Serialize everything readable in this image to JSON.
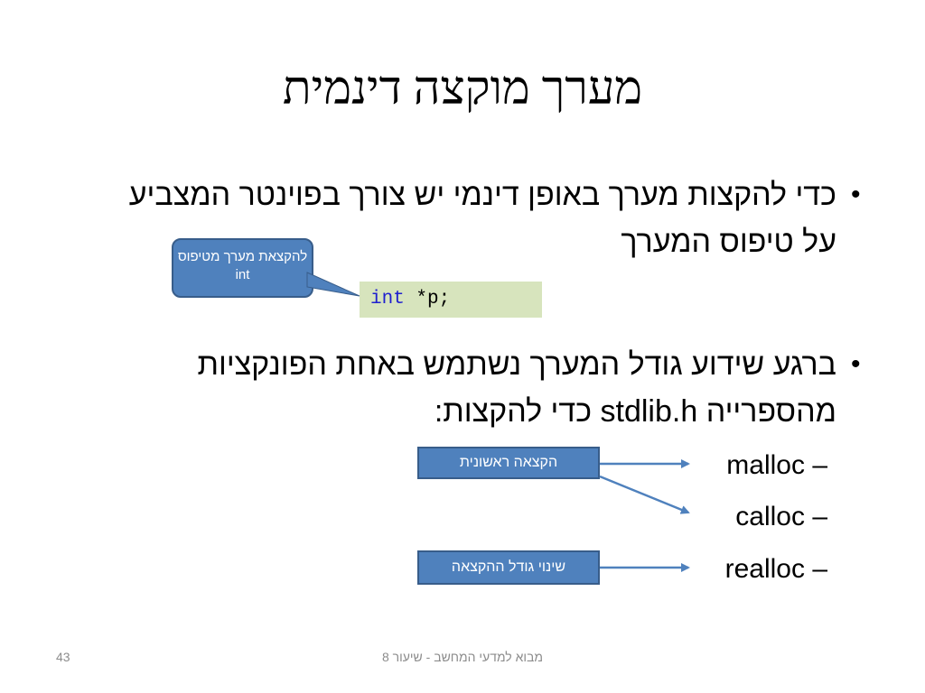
{
  "title": "מערך מוקצה דינמית",
  "bullets": [
    {
      "text": "כדי להקצות מערך באופן דינמי יש צורך בפוינטר המצביע על טיפוס המערך"
    },
    {
      "text": "ברגע שידוע גודל המערך נשתמש באחת הפונקציות מהספרייה stdlib.h כדי להקצות:"
    }
  ],
  "bullet_symbol": "•",
  "code": {
    "keyword": "int",
    "rest": " *p;"
  },
  "callouts": {
    "pointer": "להקצאת מערך מטיפוס int",
    "first_alloc": "הקצאה ראשונית",
    "resize": "שינוי גודל ההקצאה"
  },
  "functions": [
    {
      "name": "malloc",
      "dash": "–"
    },
    {
      "name": "calloc",
      "dash": "–"
    },
    {
      "name": "realloc",
      "dash": "–"
    }
  ],
  "footer": {
    "center": "מבוא למדעי המחשב - שיעור 8",
    "page_number": "43"
  },
  "colors": {
    "callout_fill": "#4f81bd",
    "callout_border": "#385d8a",
    "code_background": "#d7e4bd",
    "code_keyword": "#1f1fcf",
    "arrow": "#4f81bd"
  }
}
